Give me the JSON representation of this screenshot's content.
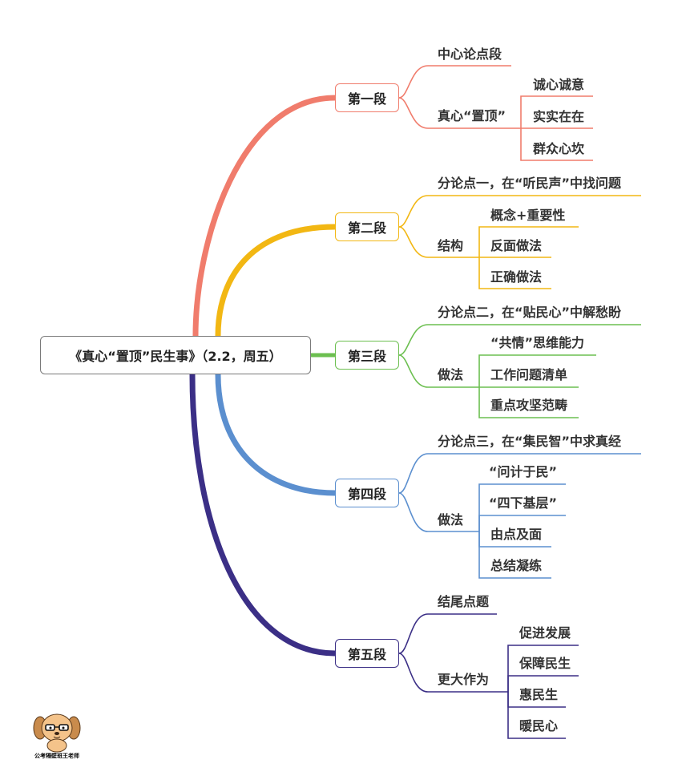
{
  "root": {
    "title": "《真心“置顶”民生事》（2.2，周五）"
  },
  "colors": {
    "p1": "#F07C6C",
    "p2": "#F2B713",
    "p3": "#6CBF50",
    "p4": "#5B8FCF",
    "p5": "#3B2F86",
    "connector": "#6CBF50"
  },
  "sections": [
    {
      "label": "第一段",
      "topic": "中心论点段",
      "sub_label": "真心“置顶”",
      "items": [
        "诚心诚意",
        "实实在在",
        "群众心坎"
      ]
    },
    {
      "label": "第二段",
      "topic": "分论点一，在“听民声”中找问题",
      "sub_label": "结构",
      "items": [
        "概念+重要性",
        "反面做法",
        "正确做法"
      ]
    },
    {
      "label": "第三段",
      "topic": "分论点二，在“贴民心”中解愁盼",
      "sub_label": "做法",
      "items": [
        "“共情”思维能力",
        "工作问题清单",
        "重点攻坚范畴"
      ]
    },
    {
      "label": "第四段",
      "topic": "分论点三，在“集民智”中求真经",
      "sub_label": "做法",
      "items": [
        "“问计于民”",
        "“四下基层”",
        "由点及面",
        "总结凝练"
      ]
    },
    {
      "label": "第五段",
      "topic": "结尾点题",
      "sub_label": "更大作为",
      "items": [
        "促进发展",
        "保障民生",
        "惠民生",
        "暖民心"
      ]
    }
  ],
  "logo": {
    "caption": "公考隔壁班王老师"
  }
}
